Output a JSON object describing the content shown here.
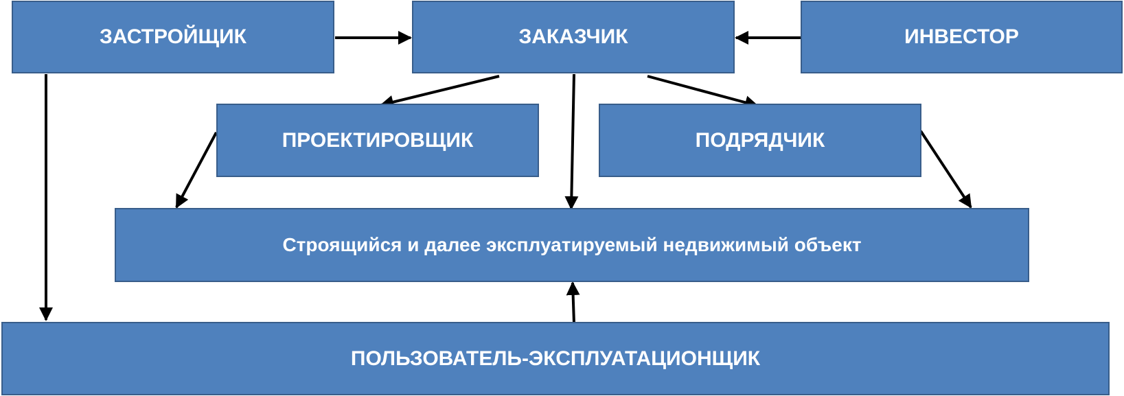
{
  "diagram": {
    "nodes": {
      "developer": "ЗАСТРОЙЩИК",
      "customer": "ЗАКАЗЧИК",
      "investor": "ИНВЕСТОР",
      "designer": "ПРОЕКТИРОВЩИК",
      "contractor": "ПОДРЯДЧИК",
      "property": "Строящийся и далее эксплуатируемый недвижимый объект",
      "operator": "ПОЛЬЗОВАТЕЛЬ-ЭКСПЛУАТАЦИОНЩИК"
    },
    "edges": [
      {
        "from": "developer",
        "to": "customer"
      },
      {
        "from": "investor",
        "to": "customer"
      },
      {
        "from": "customer",
        "to": "designer"
      },
      {
        "from": "customer",
        "to": "contractor"
      },
      {
        "from": "customer",
        "to": "property"
      },
      {
        "from": "designer",
        "to": "property"
      },
      {
        "from": "contractor",
        "to": "property"
      },
      {
        "from": "developer",
        "to": "operator"
      },
      {
        "from": "operator",
        "to": "property"
      }
    ],
    "colors": {
      "node_fill": "#4f81bd",
      "node_border": "#385d8a",
      "node_text": "#ffffff",
      "arrow": "#000000"
    }
  }
}
